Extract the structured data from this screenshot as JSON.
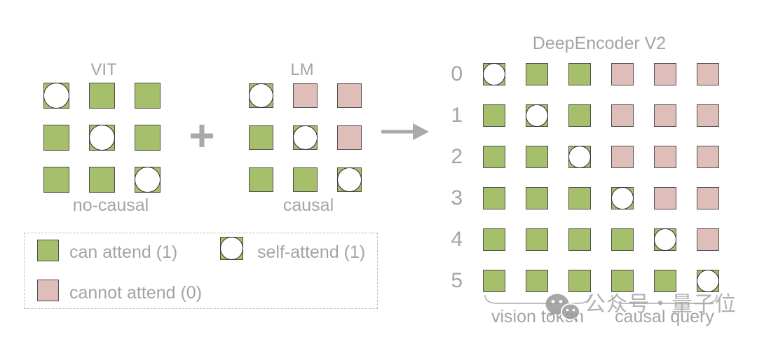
{
  "colors": {
    "can_attend_green": "#a5bf6b",
    "cannot_attend_pink": "#dfbdb9",
    "cell_border": "#4f4f4f",
    "circle_border": "#2e2e2e",
    "label_gray": "#a4a4a4",
    "symbol_gray": "#a9a9a9"
  },
  "vit": {
    "title": "VIT",
    "caption": "no-causal",
    "cells": [
      [
        "S",
        "G",
        "G"
      ],
      [
        "G",
        "S",
        "G"
      ],
      [
        "G",
        "G",
        "S"
      ]
    ]
  },
  "plus_symbol": "+",
  "lm": {
    "title": "LM",
    "caption": "causal",
    "cells": [
      [
        "S",
        "P",
        "P"
      ],
      [
        "G",
        "S",
        "P"
      ],
      [
        "G",
        "G",
        "S"
      ]
    ]
  },
  "result": {
    "title": "DeepEncoder V2",
    "row_labels": [
      "0",
      "1",
      "2",
      "3",
      "4",
      "5"
    ],
    "cells": [
      [
        "S",
        "G",
        "G",
        "P",
        "P",
        "P"
      ],
      [
        "G",
        "S",
        "G",
        "P",
        "P",
        "P"
      ],
      [
        "G",
        "G",
        "S",
        "P",
        "P",
        "P"
      ],
      [
        "G",
        "G",
        "G",
        "S",
        "P",
        "P"
      ],
      [
        "G",
        "G",
        "G",
        "G",
        "S",
        "P"
      ],
      [
        "G",
        "G",
        "G",
        "G",
        "G",
        "S"
      ]
    ],
    "group_labels": [
      "vision token",
      "causal query"
    ]
  },
  "legend": {
    "items": [
      {
        "swatch": "G",
        "label": "can attend (1)"
      },
      {
        "swatch": "S",
        "label": "self-attend (1)"
      },
      {
        "swatch": "P",
        "label": "cannot attend (0)"
      }
    ]
  },
  "watermark": {
    "icon": "wechat-icon",
    "text": "公众号・量子位"
  }
}
